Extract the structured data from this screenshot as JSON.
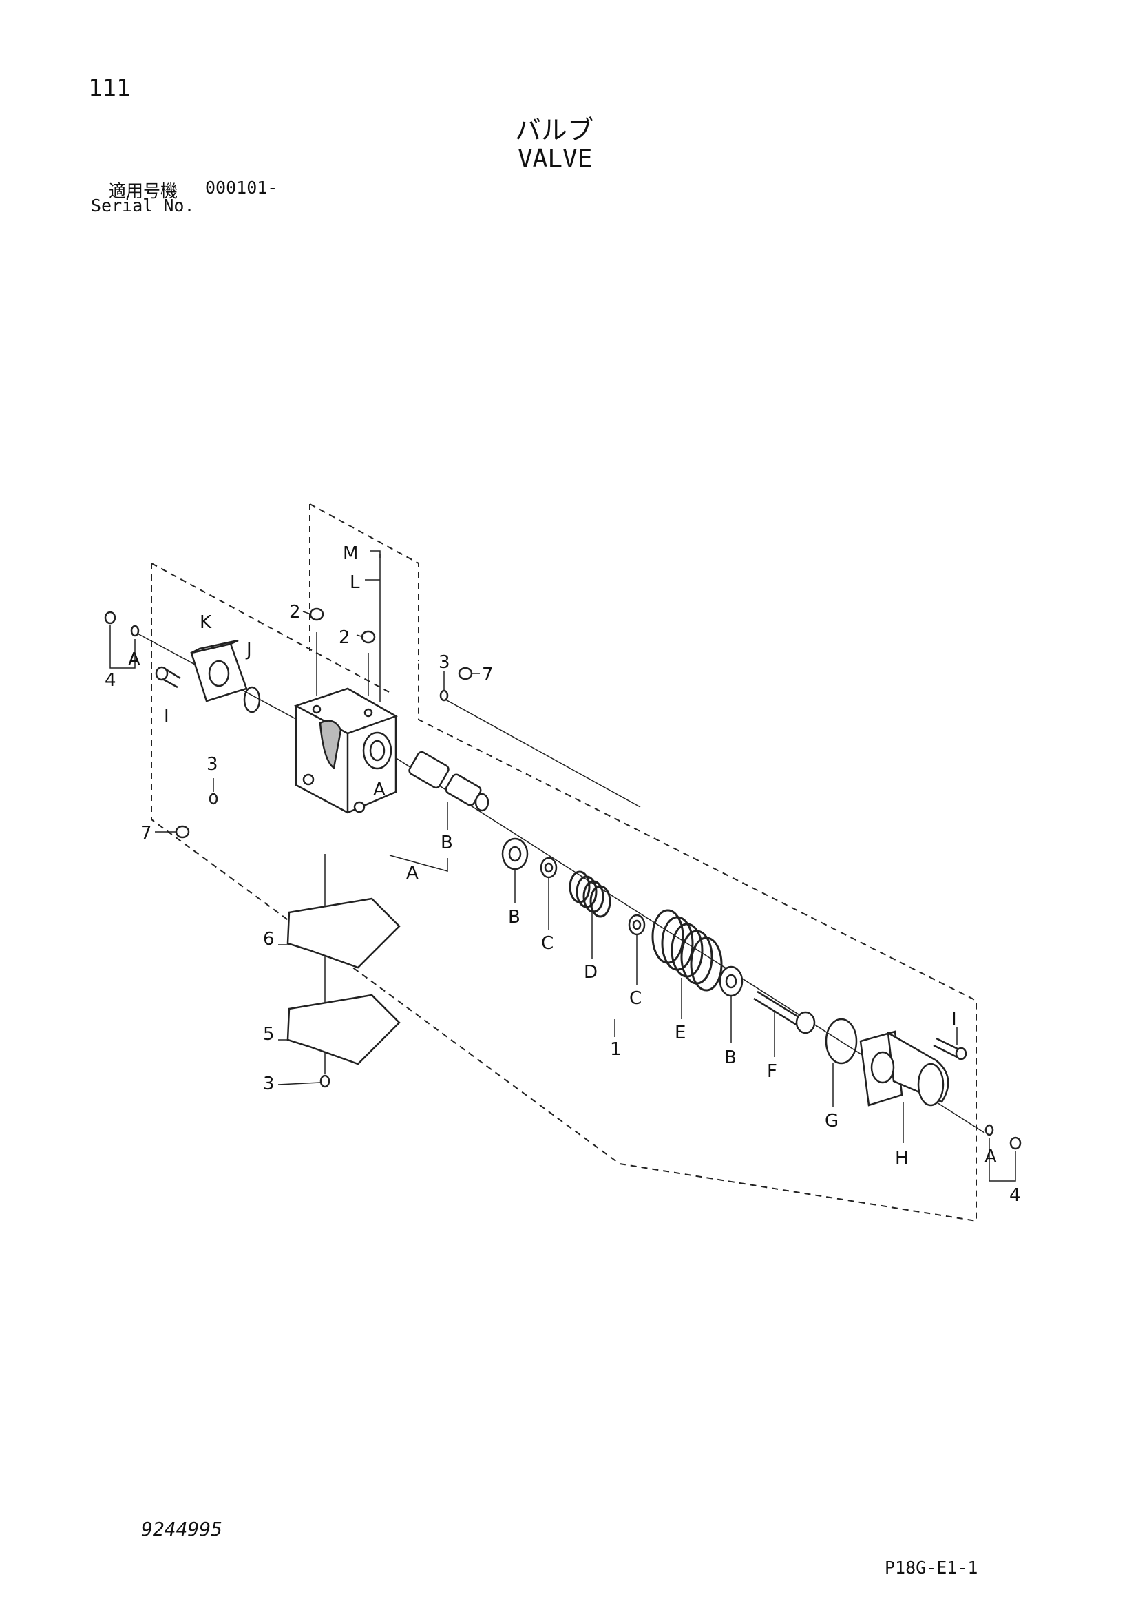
{
  "header": {
    "page_number": "111",
    "title_jp": "バルブ",
    "title_en": "VALVE",
    "serial_label_jp": "適用号機",
    "serial_value": "000101-",
    "serial_label_en": "Serial No."
  },
  "footer": {
    "doc_number": "9244995",
    "page_code": "P18G-E1-1"
  },
  "callouts": {
    "m": "M",
    "l": "L",
    "k": "K",
    "j": "J",
    "a": "A",
    "i": "I",
    "b": "B",
    "c": "C",
    "d": "D",
    "e": "E",
    "f": "F",
    "g": "G",
    "h": "H",
    "n1": "1",
    "n2": "2",
    "n3": "3",
    "n4": "4",
    "n5": "5",
    "n6": "6",
    "n7": "7"
  }
}
